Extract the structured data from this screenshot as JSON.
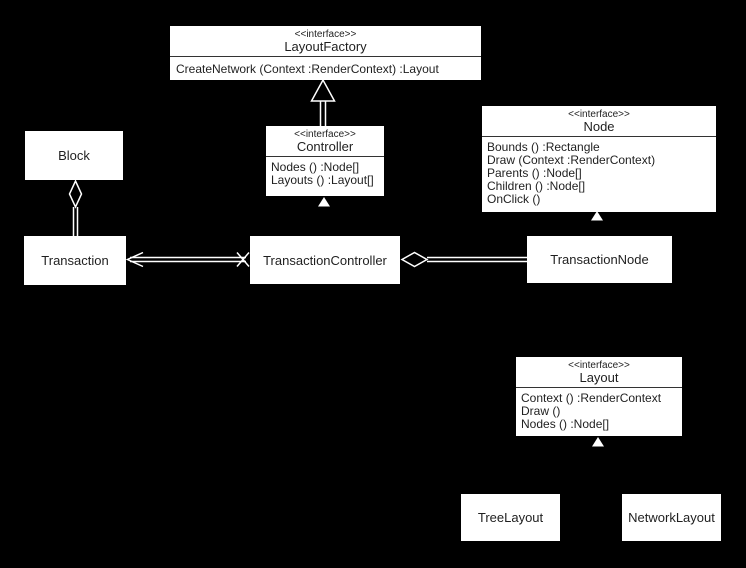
{
  "diagram": {
    "kind": "uml-class-diagram",
    "colors": {
      "background": "#000000",
      "box_fill": "#ffffff",
      "text": "#1f1f1f",
      "line": "#ffffff",
      "divider": "#333333"
    },
    "boxes": {
      "layoutFactory": {
        "stereotype": "<<interface>>",
        "name": "LayoutFactory",
        "members": [
          "CreateNetwork (Context :RenderContext) :Layout"
        ]
      },
      "controller": {
        "stereotype": "<<interface>>",
        "name": "Controller",
        "members": [
          "Nodes () :Node[]",
          "Layouts () :Layout[]"
        ]
      },
      "node": {
        "stereotype": "<<interface>>",
        "name": "Node",
        "members": [
          "Bounds () :Rectangle",
          "Draw (Context :RenderContext)",
          "Parents () :Node[]",
          "Children () :Node[]",
          "OnClick ()"
        ]
      },
      "layout": {
        "stereotype": "<<interface>>",
        "name": "Layout",
        "members": [
          "Context () :RenderContext",
          "Draw ()",
          "Nodes () :Node[]"
        ]
      },
      "block": {
        "name": "Block"
      },
      "transaction": {
        "name": "Transaction"
      },
      "transactionController": {
        "name": "TransactionController"
      },
      "transactionNode": {
        "name": "TransactionNode"
      },
      "treeLayout": {
        "name": "TreeLayout"
      },
      "networkLayout": {
        "name": "NetworkLayout"
      }
    },
    "relationships": [
      {
        "from": "Controller",
        "to": "LayoutFactory",
        "type": "generalization",
        "marker": "hollow-triangle at LayoutFactory"
      },
      {
        "from": "TransactionController",
        "to": "Controller",
        "type": "realization",
        "marker": "solid-triangle at Controller"
      },
      {
        "from": "Transaction",
        "to": "Block",
        "type": "aggregation",
        "marker": "hollow-diamond at Block"
      },
      {
        "from": "TransactionController",
        "to": "Transaction",
        "type": "association",
        "marker": "open-arrow at Transaction, x (non-navigable) at TransactionController"
      },
      {
        "from": "TransactionNode",
        "to": "TransactionController",
        "type": "aggregation",
        "marker": "hollow-diamond at TransactionController"
      },
      {
        "from": "TransactionNode",
        "to": "Node",
        "type": "realization",
        "marker": "solid-triangle at Node"
      },
      {
        "from": "TreeLayout",
        "to": "Layout",
        "type": "realization",
        "marker": "solid-triangle at Layout"
      },
      {
        "from": "NetworkLayout",
        "to": "Layout",
        "type": "realization",
        "marker": "solid-triangle at Layout"
      }
    ]
  }
}
